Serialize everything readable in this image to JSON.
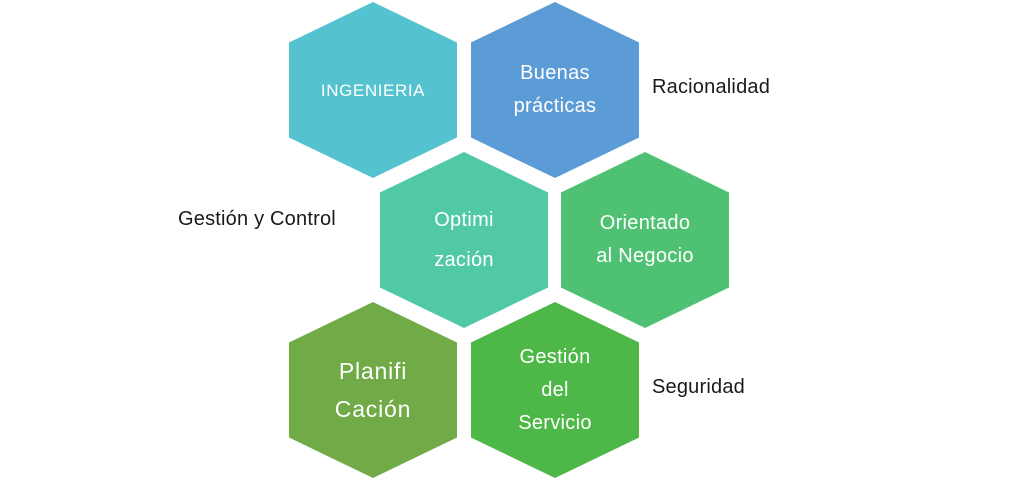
{
  "hexagons": {
    "ingenieria": {
      "lines": [
        "INGENIERIA"
      ],
      "color": "#55c3cf"
    },
    "buenas_practicas": {
      "lines": [
        "Buenas",
        "prácticas"
      ],
      "color": "#5b9bd6"
    },
    "optimizacion": {
      "lines": [
        "Optimi",
        "zación"
      ],
      "color": "#52c9a6"
    },
    "orientado_negocio": {
      "lines": [
        "Orientado",
        "al Negocio"
      ],
      "color": "#4fc172"
    },
    "planificacion": {
      "lines": [
        "Planifi",
        "Cación"
      ],
      "color": "#71ab48"
    },
    "gestion_servicio": {
      "lines": [
        "Gestión",
        "del",
        "Servicio"
      ],
      "color": "#4db748"
    }
  },
  "labels": {
    "racionalidad": "Racionalidad",
    "gestion_control": "Gestión y Control",
    "seguridad": "Seguridad"
  }
}
